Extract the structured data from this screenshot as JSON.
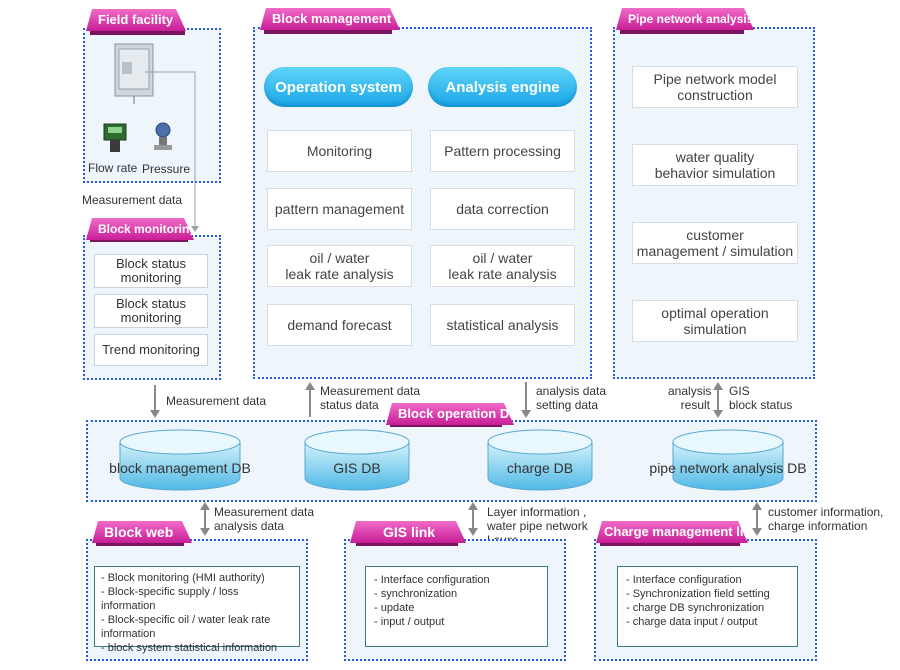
{
  "field_facility": {
    "title": "Field facility",
    "flow_label": "Flow rate",
    "pressure_label": "Pressure"
  },
  "measurement_data_top": "Measurement data",
  "block_monitoring": {
    "title": "Block monitoring",
    "items": [
      "Block status\nmonitoring",
      "Block status\nmonitoring",
      "Trend monitoring"
    ]
  },
  "block_management": {
    "title": "Block management",
    "operation_system": "Operation system",
    "analysis_engine": "Analysis engine",
    "left_items": [
      "Monitoring",
      "pattern management",
      "oil / water\nleak rate analysis",
      "demand forecast"
    ],
    "right_items": [
      "Pattern processing",
      "data correction",
      "oil / water\nleak rate analysis",
      "statistical analysis"
    ]
  },
  "pipe_network": {
    "title": "Pipe network analysis",
    "items": [
      "Pipe network model\nconstruction",
      "water quality\nbehavior simulation",
      "customer\nmanagement / simulation",
      "optimal operation\nsimulation"
    ]
  },
  "flows": {
    "measurement_data": "Measurement data",
    "meas_status": "Measurement data\nstatus data",
    "analysis_setting": "analysis data\nsetting data",
    "analysis_result": "analysis\nresult",
    "gis_block": "GIS\nblock status",
    "web_flow": "Measurement data\nanalysis data",
    "gis_flow": "Layer information ,\nwater pipe network\nLayer",
    "charge_flow": "customer information,\ncharge information"
  },
  "operation_db": {
    "title": "Block operation DB",
    "dbs": [
      "block management DB",
      "GIS DB",
      "charge DB",
      "pipe network analysis DB"
    ]
  },
  "block_web": {
    "title": "Block web",
    "items": [
      "- Block monitoring (HMI authority)",
      "- Block-specific supply / loss information",
      "- Block-specific oil / water leak rate\n  information",
      "- block system statistical information"
    ]
  },
  "gis_link": {
    "title": "GIS link",
    "items": [
      "- Interface configuration",
      "- synchronization",
      "- update",
      "- input / output"
    ]
  },
  "charge_mgmt": {
    "title": "Charge management link",
    "items": [
      "- Interface configuration",
      "- Synchronization field setting",
      "- charge DB synchronization",
      "- charge data input / output"
    ]
  },
  "colors": {
    "panel_border": "#2a5bd7",
    "panel_fill": "#eef6fc",
    "tag": "#d83aa8",
    "pill": "#1aa6e8",
    "arrow": "#7f7f7f"
  }
}
